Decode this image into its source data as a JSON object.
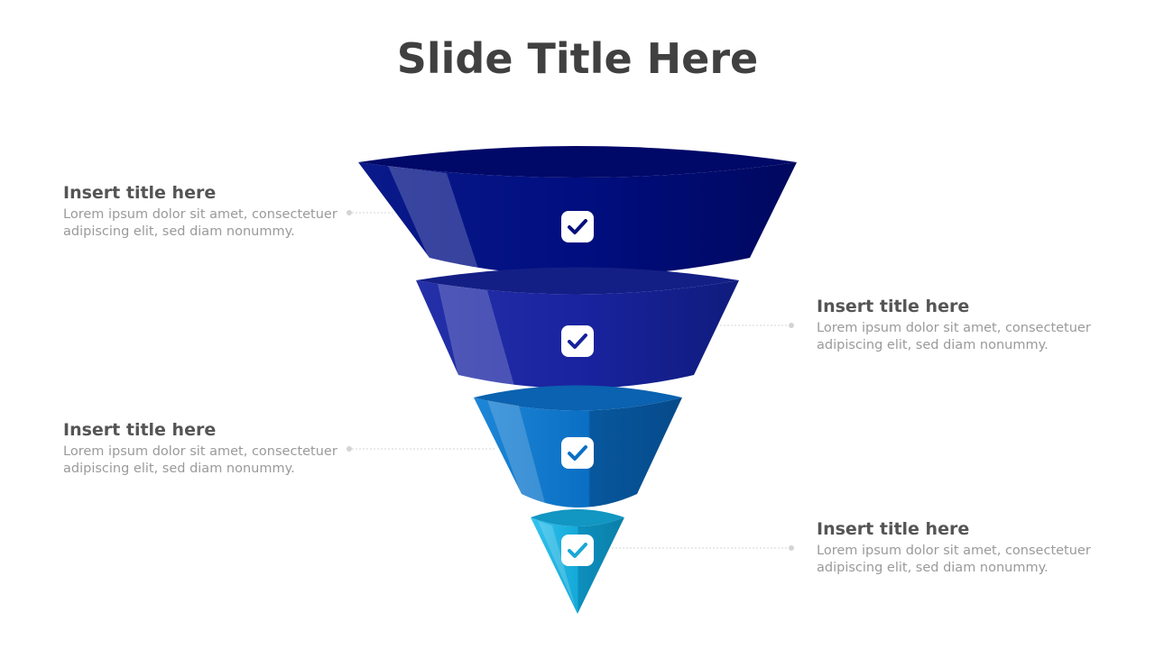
{
  "slide": {
    "title": "Slide Title Here"
  },
  "colors": {
    "level1": "#000f7a",
    "level2": "#16229a",
    "level3": "#0a6fc4",
    "level4": "#19b0dc",
    "title_text": "#404040",
    "body_text": "#9a9a9a",
    "connector": "#cfcfcf"
  },
  "funnel": {
    "levels": [
      {
        "icon": "check-icon"
      },
      {
        "icon": "check-icon"
      },
      {
        "icon": "check-icon"
      },
      {
        "icon": "check-icon"
      }
    ]
  },
  "items": [
    {
      "title": "Insert title here",
      "line1": "Lorem ipsum dolor sit amet, consectetuer",
      "line2": "adipiscing elit, sed diam nonummy."
    },
    {
      "title": "Insert title here",
      "line1": "Lorem ipsum dolor sit amet, consectetuer",
      "line2": "adipiscing elit, sed diam nonummy."
    },
    {
      "title": "Insert title here",
      "line1": "Lorem ipsum dolor sit amet, consectetuer",
      "line2": "adipiscing elit, sed diam nonummy."
    },
    {
      "title": "Insert title here",
      "line1": "Lorem ipsum dolor sit amet, consectetuer",
      "line2": "adipiscing elit, sed diam nonummy."
    }
  ]
}
